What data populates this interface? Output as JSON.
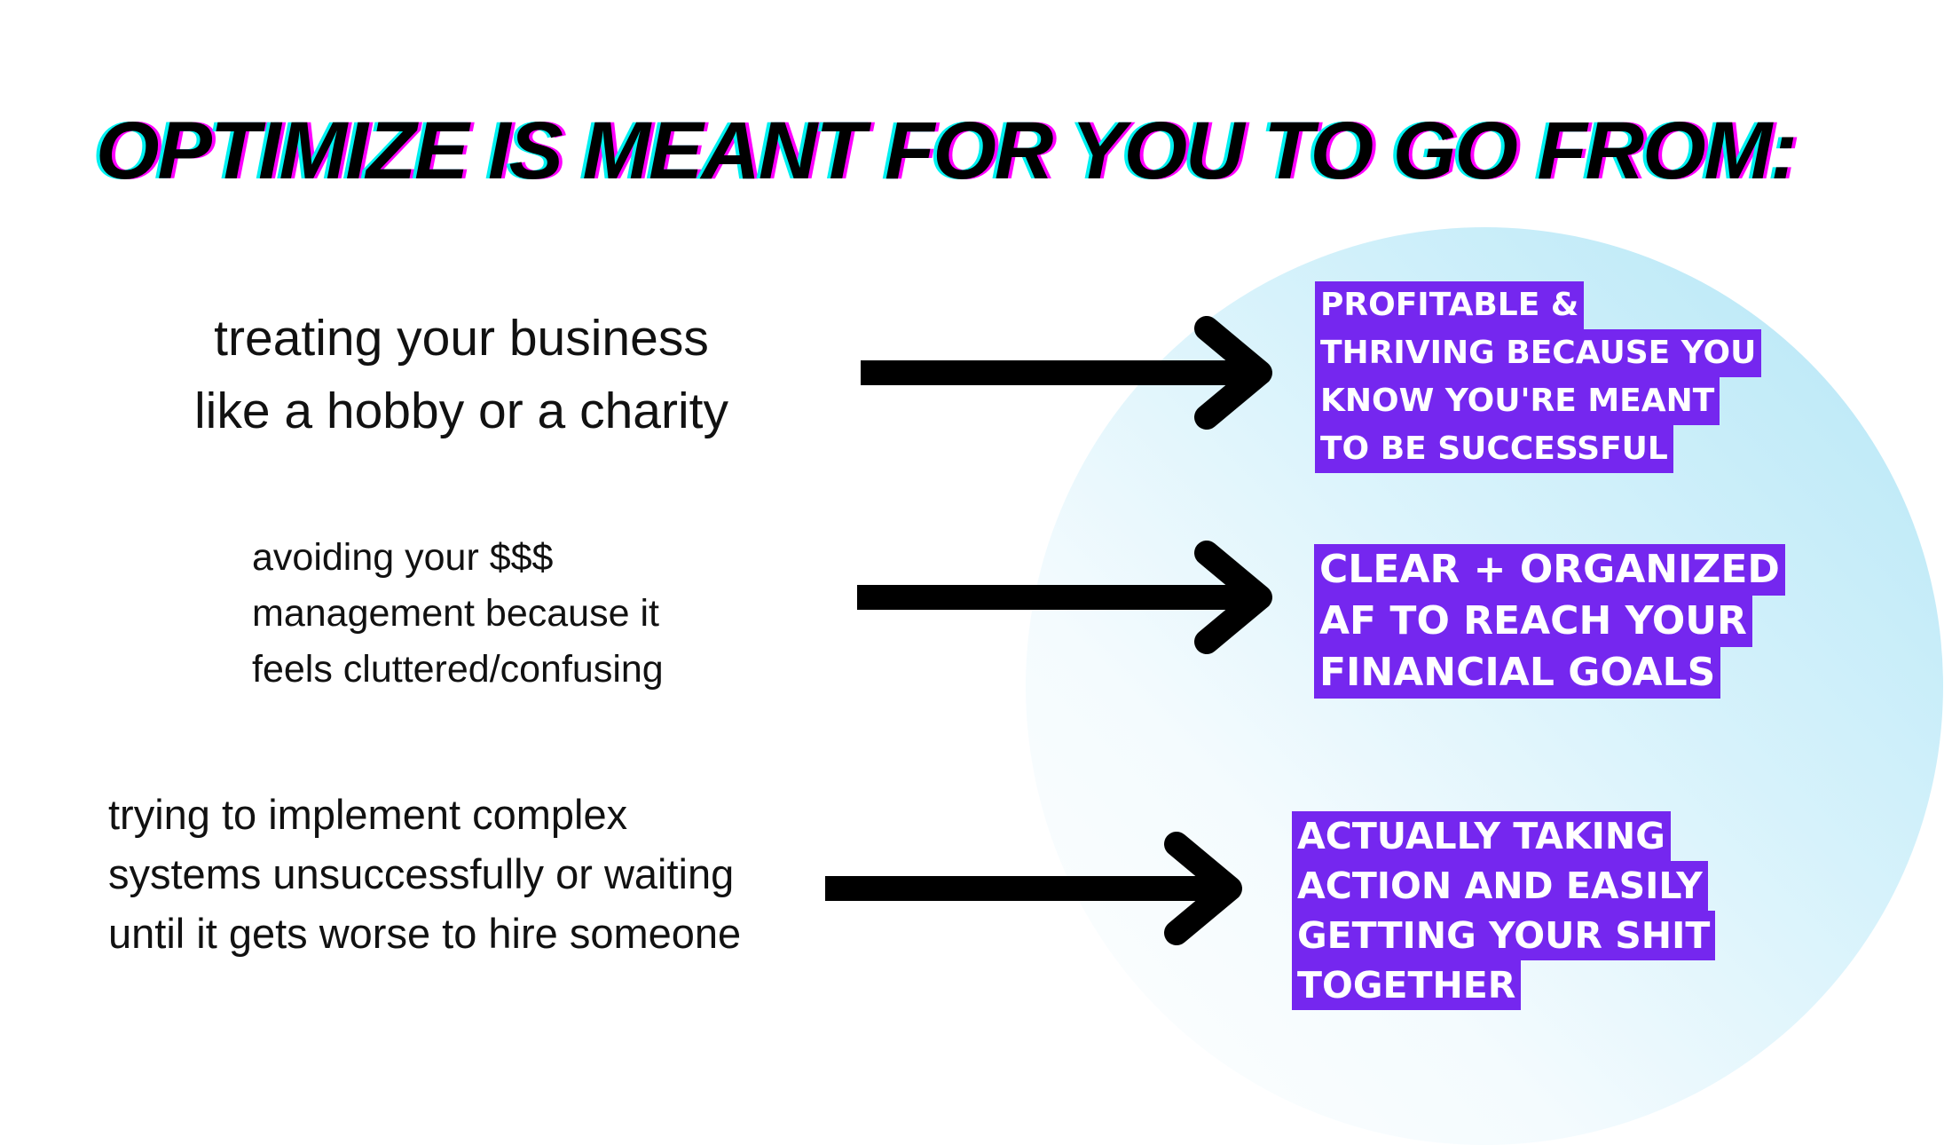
{
  "title": "OPTIMIZE IS MEANT FOR YOU TO GO FROM:",
  "rows": [
    {
      "from": [
        "treating your business",
        "like a hobby or a charity"
      ],
      "to": [
        " PROFITABLE &",
        "THRIVING BECAUSE YOU",
        "KNOW YOU'RE MEANT",
        "TO BE SUCCESSFUL"
      ]
    },
    {
      "from": [
        "avoiding your $$$",
        "management because it",
        "feels cluttered/confusing"
      ],
      "to": [
        "CLEAR + ORGANIZED",
        "AF TO REACH YOUR",
        "FINANCIAL GOALS"
      ]
    },
    {
      "from": [
        "trying to implement complex",
        "systems unsuccessfully or waiting",
        "until it gets worse to hire someone"
      ],
      "to": [
        "ACTUALLY TAKING",
        "ACTION AND EASILY",
        "GETTING YOUR SHIT",
        "TOGETHER"
      ]
    }
  ],
  "colors": {
    "highlight": "#7527ef",
    "circle": "#b4e6f6",
    "glitch_cyan": "#00f0f0",
    "glitch_magenta": "#ff00ff"
  }
}
